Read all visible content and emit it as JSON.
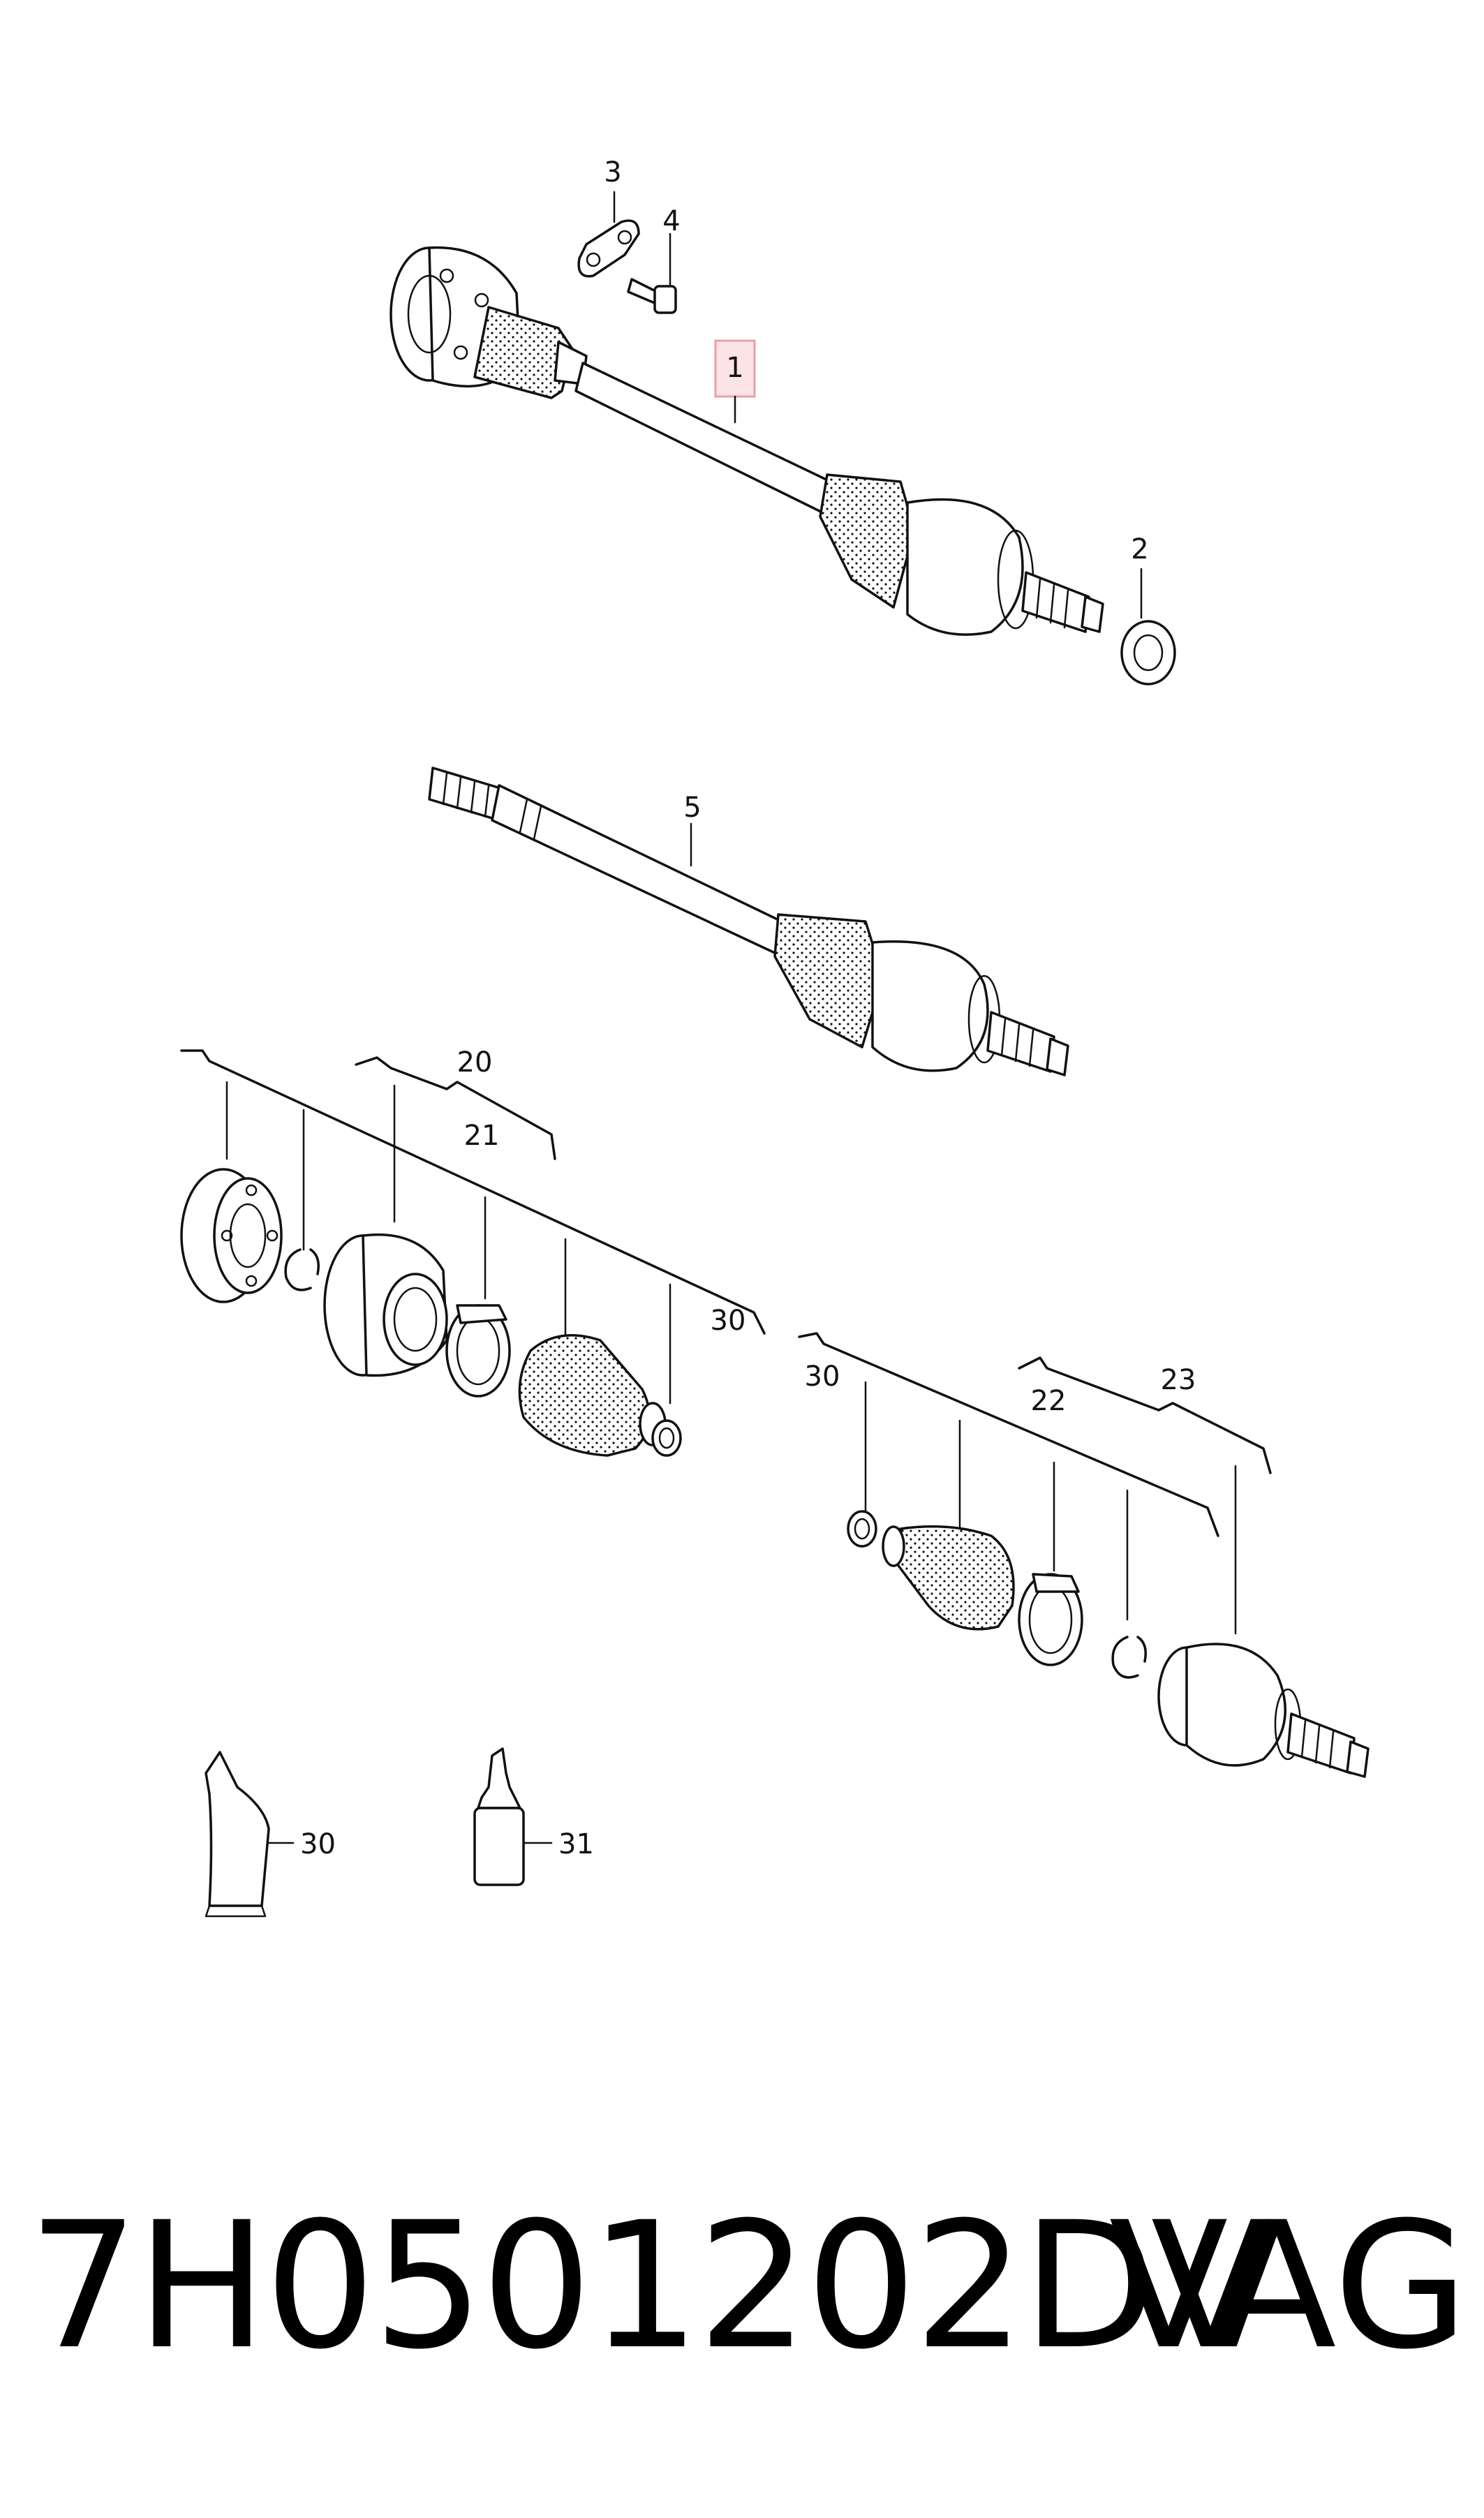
{
  "diagram": {
    "labels": {
      "p1": "1",
      "p2": "2",
      "p3": "3",
      "p4": "4",
      "p5": "5",
      "p20": "20",
      "p21": "21",
      "p22": "22",
      "p23": "23",
      "p30a": "30",
      "p30b": "30",
      "p30c": "30",
      "p31": "31"
    },
    "highlight_color": "#e8a0a8"
  },
  "footer": {
    "part_number": "7H0501202DV",
    "brand": "VAG"
  }
}
